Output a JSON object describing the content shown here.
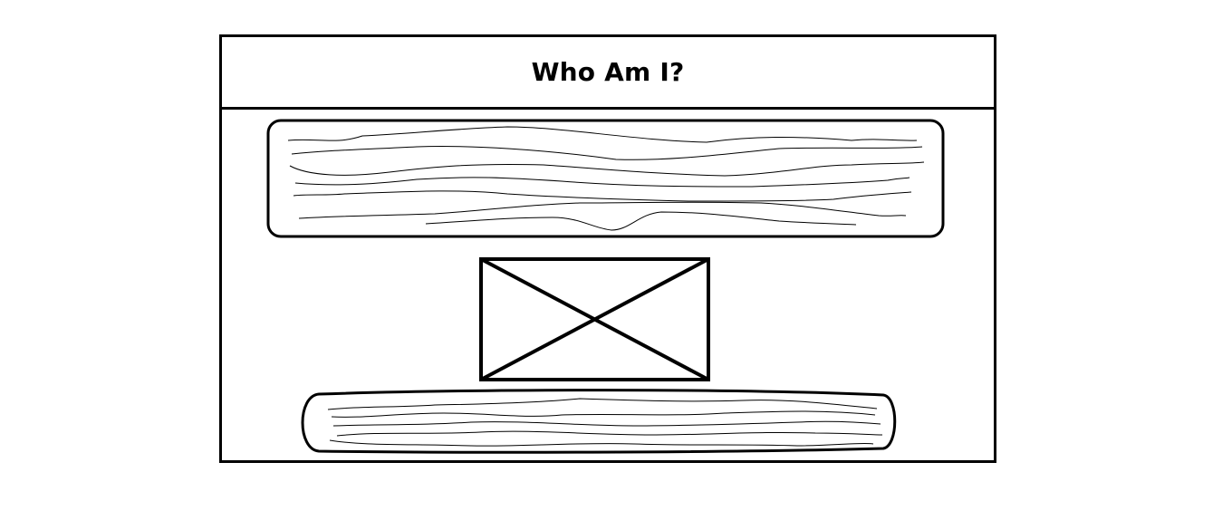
{
  "header": {
    "title": "Who Am I?"
  },
  "colors": {
    "stroke": "#000000",
    "background": "#ffffff"
  },
  "elements": {
    "intro_text_block": "scribble-text-placeholder",
    "image_placeholder": "image-placeholder-icon",
    "caption_text_block": "scribble-text-placeholder"
  }
}
